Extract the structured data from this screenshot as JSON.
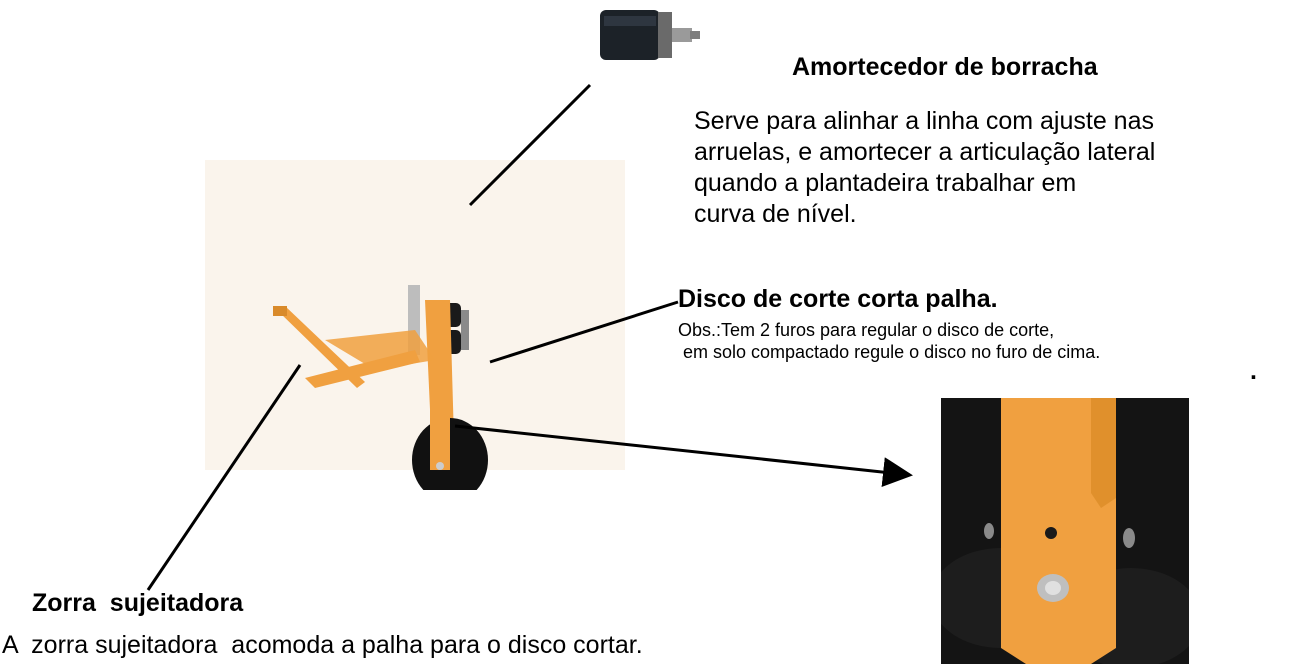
{
  "damper": {
    "title": "Amortecedor de borracha",
    "lines": [
      "Serve para alinhar a linha com ajuste nas",
      "arruelas, e amortecer a articulação lateral",
      "quando a plantadeira trabalhar em",
      "curva de nível."
    ]
  },
  "disc": {
    "title": "Disco de corte corta palha.",
    "note_lines": [
      "Obs.:Tem 2 furos para regular o disco de corte,",
      " em solo compactado regule o disco no furo de cima."
    ],
    "dot": "."
  },
  "zorra": {
    "title": "Zorra  sujeitadora",
    "description": "A  zorra sujeitadora  acomoda a palha para o disco cortar."
  },
  "colors": {
    "machine_orange": "#f0a040",
    "disc_black": "#111111",
    "background": "#ffffff",
    "photo_background": "#faf4ec"
  }
}
